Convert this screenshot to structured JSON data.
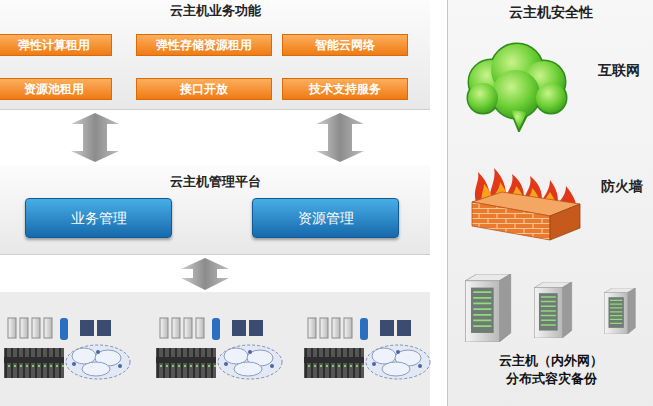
{
  "diagram": {
    "nodes": [
      {
        "text": [
          "云主机业务功能"
        ]
      },
      {
        "text": [
          "弹性计算租用"
        ],
        "in": 0
      },
      {
        "text": [
          "弹性存储资源租用"
        ],
        "in": 0
      },
      {
        "text": [
          "智能云网络"
        ],
        "in": 0
      },
      {
        "text": [
          "资源池租用"
        ],
        "in": 0
      },
      {
        "text": [
          "接口开放"
        ],
        "in": 0
      },
      {
        "text": [
          "技术支持服务"
        ],
        "in": 0
      },
      {
        "text": [
          "云主机管理平台"
        ]
      },
      {
        "text": [
          "业务管理"
        ],
        "in": 7
      },
      {
        "text": [
          "资源管理"
        ],
        "in": 7
      },
      {
        "text": [
          "云主机安全性"
        ]
      },
      {
        "text": [
          "互联网"
        ],
        "in": 10
      },
      {
        "text": [
          "防火墙"
        ],
        "in": 10
      },
      {
        "text": [
          "云主机（内外网） 分布式容灾备份"
        ],
        "in": 10
      }
    ],
    "edges": [
      {
        "from": 0,
        "to": 7,
        "arrow": "both"
      },
      {
        "from": 0,
        "to": 7,
        "arrow": "both"
      },
      {
        "from": 11,
        "to": 12,
        "arrow": "none"
      },
      {
        "from": 12,
        "to": 13,
        "arrow": "none"
      }
    ]
  }
}
